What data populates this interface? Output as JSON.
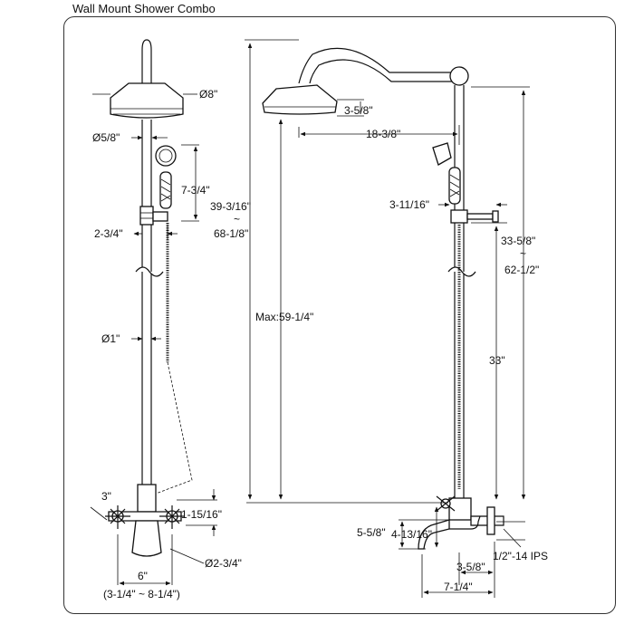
{
  "title": "Wall Mount Shower Combo",
  "labels": {
    "head_diameter": "Ø8\"",
    "pipe_top_diameter": "Ø5/8\"",
    "handshower_length": "7-3/4\"",
    "bracket_offset": "2-3/4\"",
    "pipe_diameter": "Ø1\"",
    "handle_spread": "3\"",
    "handle_height": "1-15/16\"",
    "spout_diameter": "Ø2-3/4\"",
    "center_spread": "6\"",
    "center_range": "(3-1/4\" ~ 8-1/4\")",
    "head_depth": "3-5/8\"",
    "arm_reach": "18-3/8\"",
    "overall_height_min": "39-3/16\"",
    "overall_height_tilde": "~",
    "overall_height_max": "68-1/8\"",
    "max_head_height": "Max:59-1/4\"",
    "bracket_projection": "3-11/16\"",
    "riser_height_min": "33-5/8\"",
    "riser_height_tilde": "~",
    "riser_height_max": "62-1/2\"",
    "slide_bar_height": "33\"",
    "valve_to_spout": "5-5/8\"",
    "spout_drop": "4-13/16\"",
    "wall_to_valve": "3-5/8\"",
    "spout_reach": "7-1/4\"",
    "inlet_thread": "1/2\"-14 IPS"
  }
}
